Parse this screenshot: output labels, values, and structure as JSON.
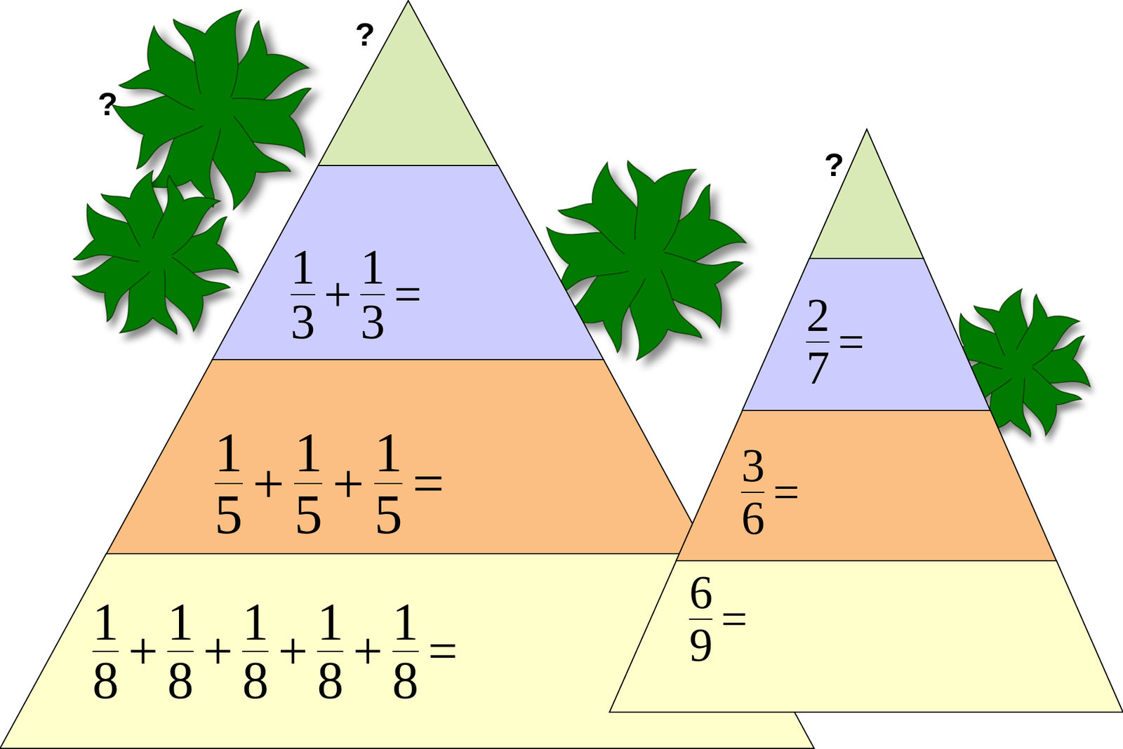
{
  "diagram": {
    "nodes": [
      {
        "text": [
          "1",
          "3",
          "+",
          "1",
          "3",
          "="
        ]
      },
      {
        "text": [
          "1",
          "5",
          "+",
          "1",
          "5",
          "+",
          "1",
          "5",
          "="
        ]
      },
      {
        "text": [
          "1",
          "8",
          "+",
          "1",
          "8",
          "+",
          "1",
          "8",
          "+",
          "1",
          "8",
          "+",
          "1",
          "8",
          "="
        ]
      },
      {
        "text": [
          "2",
          "7",
          "="
        ]
      },
      {
        "text": [
          "3",
          "6",
          "="
        ]
      },
      {
        "text": [
          "6",
          "9",
          "="
        ]
      }
    ],
    "labels": [
      "?",
      "?",
      "?"
    ]
  }
}
